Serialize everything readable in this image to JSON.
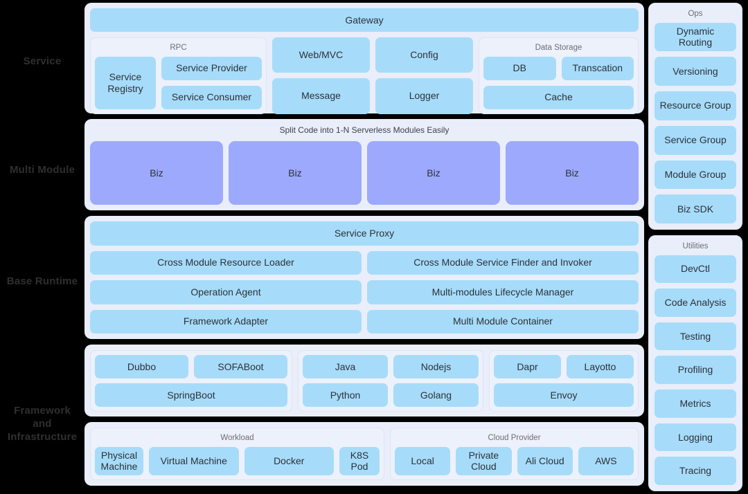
{
  "diagram": {
    "background_color": "#000000",
    "panel_color": "#e9eefa",
    "chip_color": "#a6dcfa",
    "biz_color": "#9da9fc",
    "text_color": "#2c3038"
  },
  "row_labels": [
    {
      "key": "service",
      "text": "Service"
    },
    {
      "key": "multi_module",
      "text": "Multi Module"
    },
    {
      "key": "base_runtime",
      "text": "Base Runtime"
    },
    {
      "key": "framework_infra",
      "text": "Framework and Infrastructure"
    }
  ],
  "service": {
    "gateway": "Gateway",
    "rpc": {
      "title": "RPC",
      "registry": "Service Registry",
      "items": [
        "Service Provider",
        "Service Consumer"
      ]
    },
    "middle": {
      "left": [
        "Web/MVC",
        "Message"
      ],
      "right": [
        "Config",
        "Logger"
      ]
    },
    "data_storage": {
      "title": "Data Storage",
      "top": [
        "DB",
        "Transcation"
      ],
      "bottom": "Cache"
    }
  },
  "multi_module": {
    "caption": "Split Code into 1-N Serverless Modules Easily",
    "modules": [
      "Biz",
      "Biz",
      "Biz",
      "Biz"
    ]
  },
  "base_runtime": {
    "service_proxy": "Service Proxy",
    "row2": [
      "Cross Module Resource Loader",
      "Cross Module Service Finder and Invoker"
    ],
    "row3": [
      "Operation Agent",
      "Multi-modules Lifecycle Manager"
    ],
    "row4": [
      "Framework Adapter",
      "Multi Module Container"
    ]
  },
  "framework": {
    "group1": {
      "top": [
        "Dubbo",
        "SOFABoot"
      ],
      "bottom": [
        "SpringBoot"
      ]
    },
    "group2": {
      "top": [
        "Java",
        "Nodejs"
      ],
      "bottom": [
        "Python",
        "Golang"
      ]
    },
    "group3": {
      "top": [
        "Dapr",
        "Layotto"
      ],
      "bottom": [
        "Envoy"
      ]
    }
  },
  "infrastructure": {
    "workload": {
      "title": "Workload",
      "items": [
        "Physical Machine",
        "Virtual Machine",
        "Docker",
        "K8S Pod"
      ]
    },
    "cloud_provider": {
      "title": "Cloud Provider",
      "items": [
        "Local",
        "Private Cloud",
        "Ali Cloud",
        "AWS"
      ]
    }
  },
  "sidebar": {
    "ops": {
      "title": "Ops",
      "items": [
        "Dynamic Routing",
        "Versioning",
        "Resource Group",
        "Service Group",
        "Module Group",
        "Biz SDK"
      ]
    },
    "utilities": {
      "title": "Utilities",
      "items": [
        "DevCtl",
        "Code Analysis",
        "Testing",
        "Profiling",
        "Metrics",
        "Logging",
        "Tracing"
      ]
    }
  }
}
